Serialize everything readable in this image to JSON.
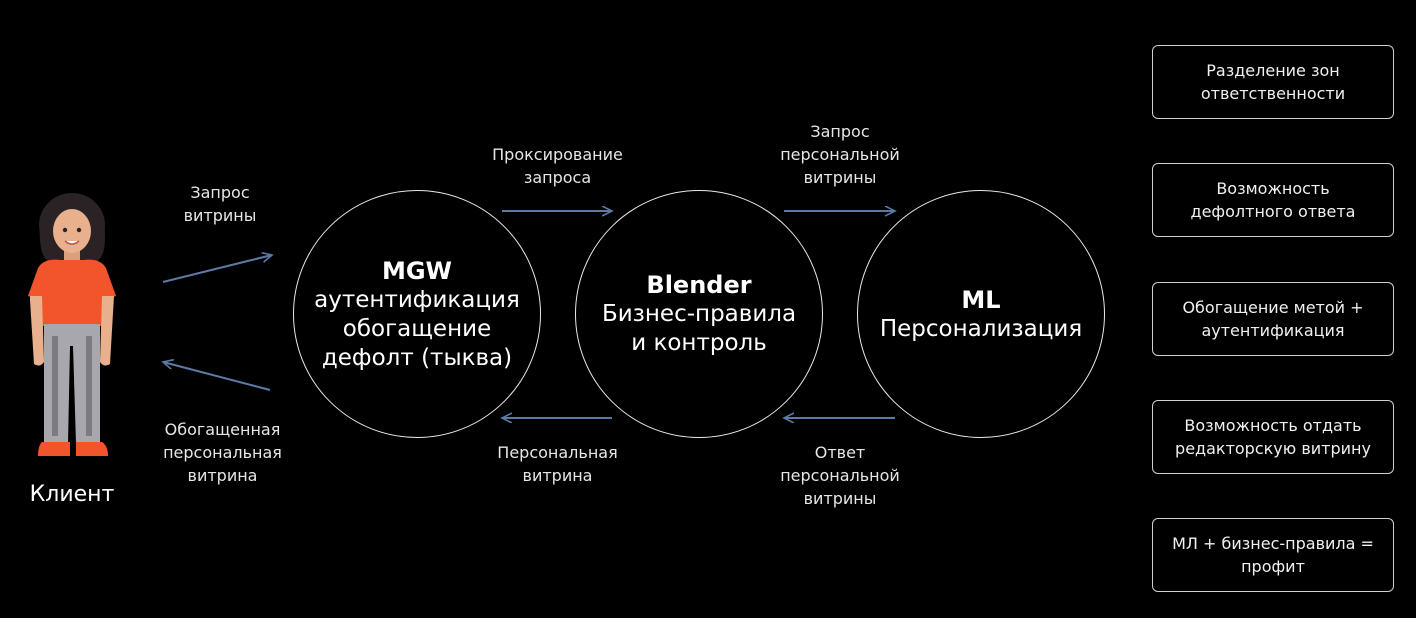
{
  "client": {
    "label": "Клиент"
  },
  "edges": {
    "client_to_mgw": "Запрос\nвитрины",
    "mgw_to_client": "Обогащенная\nперсональная\nвитрина",
    "mgw_to_blender": "Проксирование\nзапроса",
    "blender_to_mgw": "Персональная\nвитрина",
    "blender_to_ml": "Запрос\nперсональной\nвитрины",
    "ml_to_blender": "Ответ\nперсональной\nвитрины"
  },
  "nodes": {
    "mgw": {
      "title": "MGW",
      "subtitle": "аутентификация\nобогащение\nдефолт (тыква)"
    },
    "blender": {
      "title": "Blender",
      "subtitle": "Бизнес-правила\nи контроль"
    },
    "ml": {
      "title": "ML",
      "subtitle": "Персонализация"
    }
  },
  "benefits": [
    "Разделение зон\nответственности",
    "Возможность\nдефолтного ответа",
    "Обогащение метой +\nаутентификация",
    "Возможность отдать\nредакторскую витрину",
    "МЛ + бизнес-правила =\nпрофит"
  ],
  "colors": {
    "arrow": "#5d7aa6",
    "background": "#000000",
    "shirt": "#f2552c",
    "pants": "#a7a7ad"
  }
}
